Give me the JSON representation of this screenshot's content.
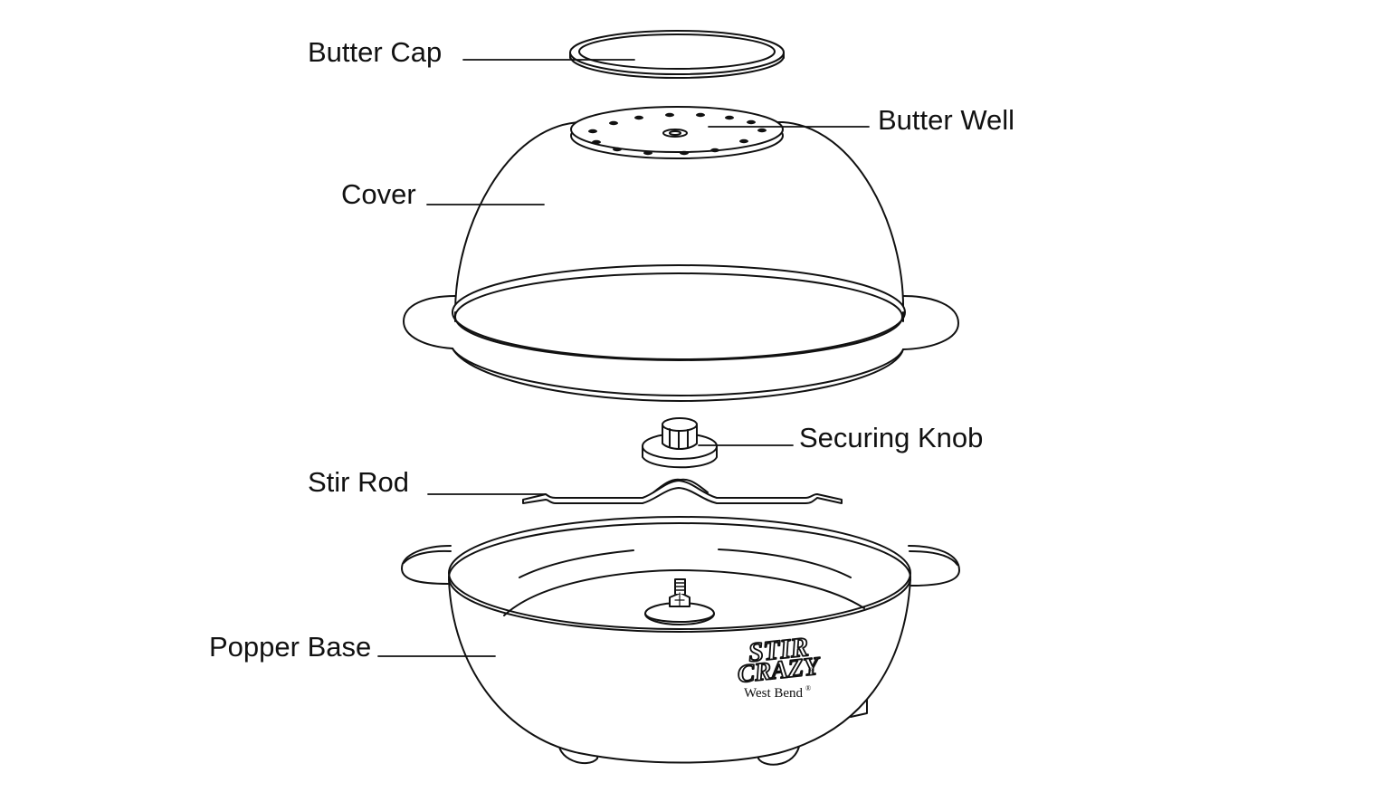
{
  "labels": {
    "butter_cap": "Butter Cap",
    "butter_well": "Butter Well",
    "cover": "Cover",
    "securing_knob": "Securing Knob",
    "stir_rod": "Stir Rod",
    "popper_base": "Popper Base"
  },
  "logo": {
    "line1": "STIR",
    "line2": "CRAZY",
    "brand": "West Bend",
    "mark": "®"
  },
  "colors": {
    "ink": "#111111",
    "background": "#ffffff"
  }
}
